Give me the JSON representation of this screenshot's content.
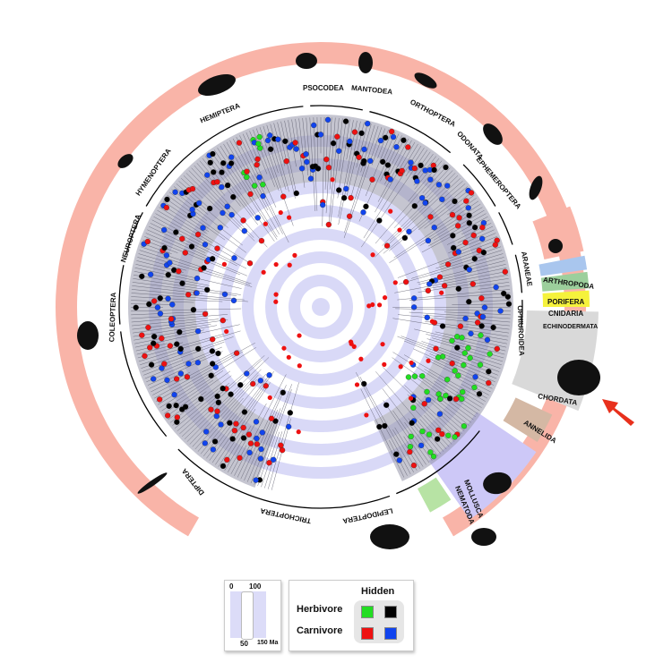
{
  "orders": [
    {
      "label": "HEMIPTERA"
    },
    {
      "label": "PSOCODEA"
    },
    {
      "label": "MANTODEA"
    },
    {
      "label": "ORTHOPTERA"
    },
    {
      "label": "ODONATA"
    },
    {
      "label": "EPHEMEROPTERA"
    },
    {
      "label": "ARANEAE"
    },
    {
      "label": "OPHIUROIDEA"
    },
    {
      "label": "HYMENOPTERA"
    },
    {
      "label": "NEUROPTERA"
    },
    {
      "label": "COLEOPTERA"
    },
    {
      "label": "DIPTERA"
    },
    {
      "label": "TRICHOPTERA"
    },
    {
      "label": "LEPIDOPTERA"
    }
  ],
  "phyla": [
    {
      "label": "ARTHROPODA",
      "color": "#f9b4a8"
    },
    {
      "label": "PORIFERA",
      "color": "#a9c6ee"
    },
    {
      "label": "CNIDARIA",
      "color": "#9ccf9c"
    },
    {
      "label": "ECHINODERMATA",
      "color": "#f5f23c"
    },
    {
      "label": "CHORDATA",
      "color": "#d9d9d9"
    },
    {
      "label": "ANNELIDA",
      "color": "#d4b8a4"
    },
    {
      "label": "MOLLUSCA",
      "color": "#cdc8f7"
    },
    {
      "label": "NEMATODA",
      "color": "#b7e3a4"
    }
  ],
  "legend": {
    "time": {
      "t0": "0",
      "t100": "100",
      "t50": "50",
      "t150": "150 Ma"
    },
    "hidden_label": "Hidden",
    "herbivore_label": "Herbivore",
    "carnivore_label": "Carnivore",
    "colors": {
      "herbivore": "#22dd22",
      "herbivore_hidden": "#000000",
      "carnivore": "#ee1111",
      "carnivore_hidden": "#1144ee"
    }
  }
}
